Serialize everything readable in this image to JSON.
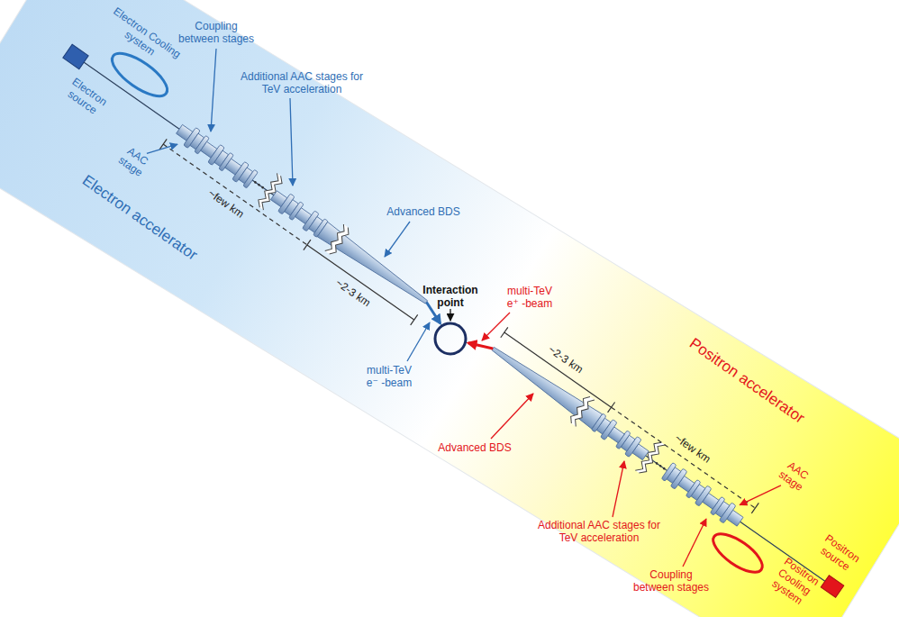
{
  "diagram": {
    "nodes": [
      {
        "text": [
          "Electron source"
        ]
      },
      {
        "text": [
          "Electron Cooling system"
        ]
      },
      {
        "text": [
          "Interaction point"
        ]
      },
      {
        "text": [
          "Positron Cooling system"
        ]
      },
      {
        "text": [
          "Positron source"
        ]
      }
    ],
    "labels": [
      "Coupling between stages",
      "Additional AAC stages for TeV acceleration",
      "AAC stage",
      "~few km",
      "Electron accelerator",
      "Advanced BDS",
      "~2-3 km",
      "multi-TeV e⁻ -beam",
      "multi-TeV e⁺ -beam",
      "~2-3 km",
      "Positron accelerator",
      "~few km",
      "AAC stage",
      "Advanced BDS",
      "Additional AAC stages for TeV acceleration",
      "Coupling between stages"
    ]
  }
}
